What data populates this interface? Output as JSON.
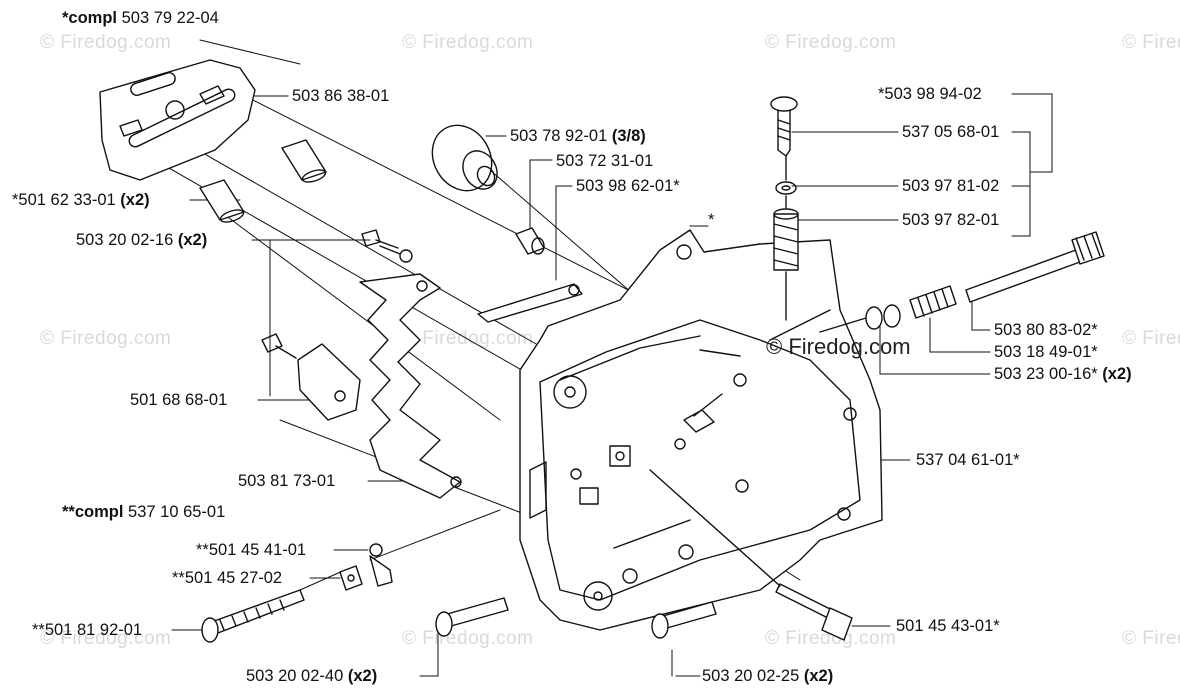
{
  "watermark": "© Firedog.com",
  "watermark_center": "© Firedog.com",
  "labels": {
    "compl_top": {
      "prefix": "*compl",
      "num": "503 79 22-04"
    },
    "l_86_38": {
      "num": "503 86 38-01"
    },
    "l_62_33": {
      "num": "*501 62 33-01",
      "qty": "(x2)"
    },
    "l_20_16": {
      "num": "503 20 02-16",
      "qty": "(x2)"
    },
    "l_78_92": {
      "num": "503 78 92-01",
      "qty": "(3/8)"
    },
    "l_72_31": {
      "num": "503 72 31-01"
    },
    "l_98_62": {
      "num": "503 98 62-01*"
    },
    "l_star": {
      "num": "*"
    },
    "l_98_94": {
      "num": "*503 98 94-02"
    },
    "l_05_68": {
      "num": "537 05 68-01"
    },
    "l_97_81": {
      "num": "503 97 81-02"
    },
    "l_97_82": {
      "num": "503 97 82-01"
    },
    "l_80_83": {
      "num": "503 80 83-02*"
    },
    "l_18_49": {
      "num": "503 18 49-01*"
    },
    "l_23_00": {
      "num": "503 23 00-16*",
      "qty": "(x2)"
    },
    "l_68_68": {
      "num": "501 68 68-01"
    },
    "l_04_61": {
      "num": "537 04 61-01*"
    },
    "l_81_73": {
      "num": "503 81 73-01"
    },
    "compl_mid": {
      "prefix": "**compl",
      "num": "537 10 65-01"
    },
    "l_45_41": {
      "num": "**501 45 41-01"
    },
    "l_45_27": {
      "num": "**501 45 27-02"
    },
    "l_81_92": {
      "num": "**501 81 92-01"
    },
    "l_45_43": {
      "num": "501 45 43-01*"
    },
    "l_20_40": {
      "num": "503 20 02-40",
      "qty": "(x2)"
    },
    "l_20_25": {
      "num": "503 20 02-25",
      "qty": "(x2)"
    }
  }
}
